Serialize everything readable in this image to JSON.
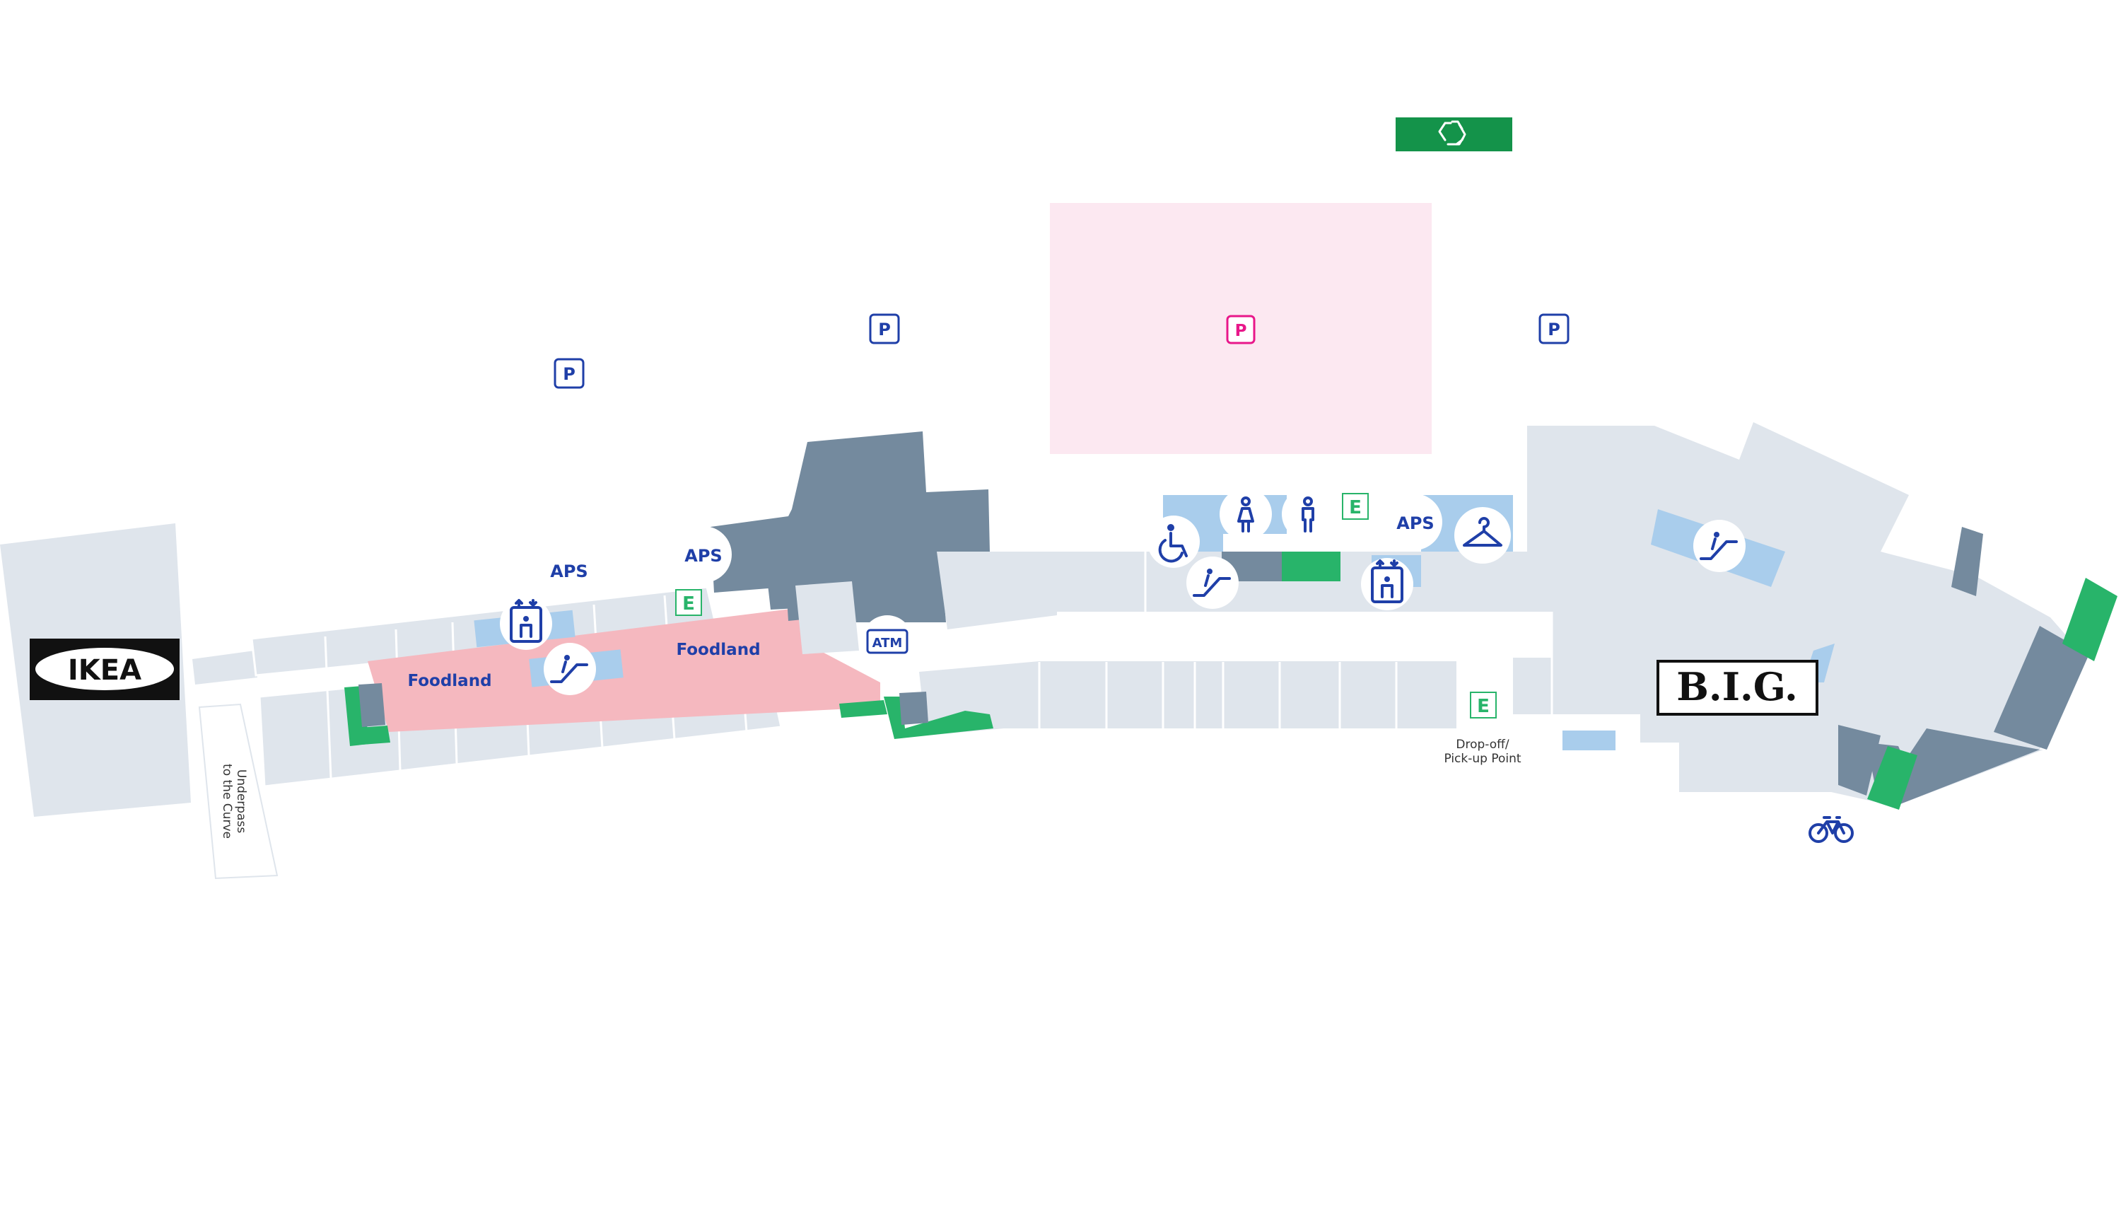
{
  "colors": {
    "unit": "#dfe5ec",
    "anchor": "#748a9e",
    "foodland": "#f5b8bf",
    "parking_zone": "#fce8f1",
    "green": "#28b46a",
    "recycle_bar": "#14934a",
    "light_blue": "#a9cdec",
    "icon_blue": "#1f3fa8",
    "parking_pink": "#e8178a"
  },
  "stores": {
    "ikea": "IKEA",
    "big": "B.I.G.",
    "foodland_1": "Foodland",
    "foodland_2": "Foodland"
  },
  "parking": {
    "symbol": "P",
    "highlight_symbol": "P"
  },
  "labels": {
    "aps_1": "APS",
    "aps_2": "APS",
    "aps_3": "APS",
    "entrance_1": "E",
    "entrance_2": "E",
    "entrance_3": "E",
    "atm": "ATM",
    "underpass_line1": "Underpass",
    "underpass_line2": "to the Curve",
    "dropoff_line1": "Drop-off/",
    "dropoff_line2": "Pick-up Point"
  },
  "icons": {
    "recycle": "recycle-icon",
    "parking": "parking-icon",
    "parking_highlight": "parking-icon-pink",
    "elevator": "elevator-icon",
    "escalator": "escalator-icon",
    "wheelchair": "wheelchair-icon",
    "female_toilet": "female-toilet-icon",
    "male_toilet": "male-toilet-icon",
    "cloakroom": "hanger-icon",
    "bicycle": "bicycle-icon",
    "atm": "atm-icon"
  }
}
